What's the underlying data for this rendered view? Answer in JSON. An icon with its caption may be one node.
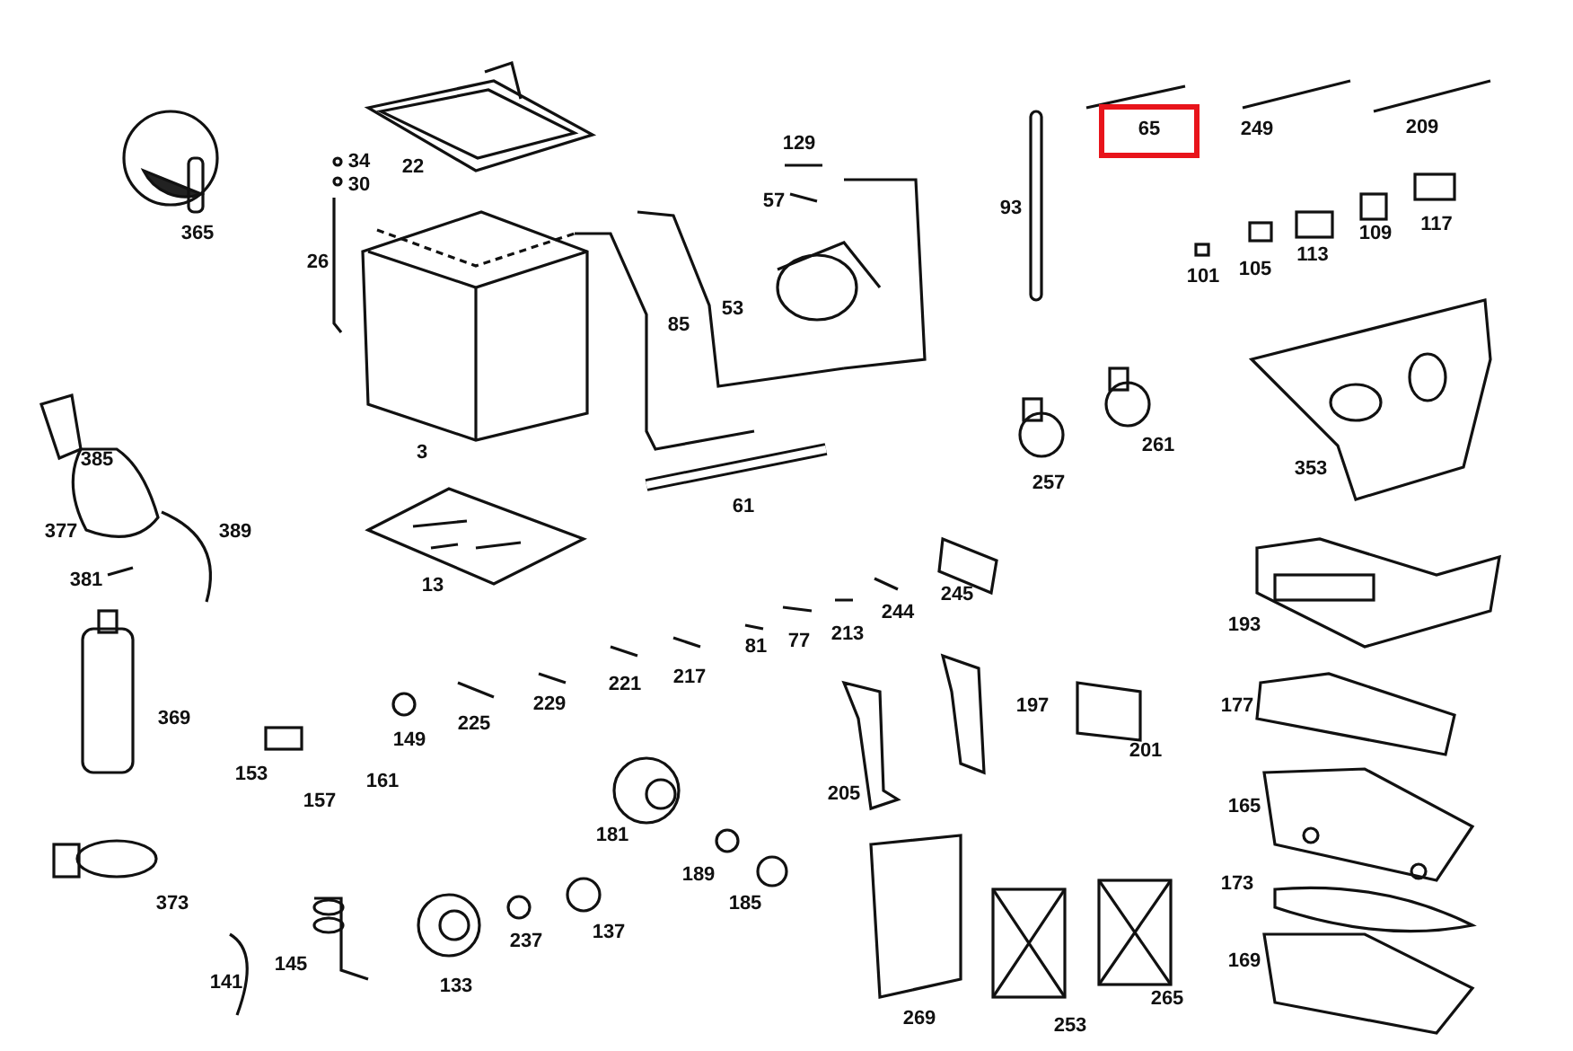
{
  "diagram": {
    "nodes": [
      {
        "text": [
          "65"
        ]
      }
    ],
    "labels": [
      "249",
      "209",
      "129",
      "34",
      "30",
      "22",
      "57",
      "93",
      "117",
      "109",
      "113",
      "105",
      "101",
      "365",
      "26",
      "53",
      "85",
      "3",
      "261",
      "385",
      "257",
      "353",
      "61",
      "377",
      "389",
      "381",
      "13",
      "245",
      "244",
      "213",
      "81",
      "77",
      "217",
      "221",
      "193",
      "229",
      "225",
      "149",
      "197",
      "177",
      "369",
      "201",
      "153",
      "161",
      "157",
      "205",
      "165",
      "181",
      "189",
      "373",
      "185",
      "173",
      "145",
      "237",
      "137",
      "141",
      "133",
      "169",
      "269",
      "265",
      "253"
    ]
  }
}
